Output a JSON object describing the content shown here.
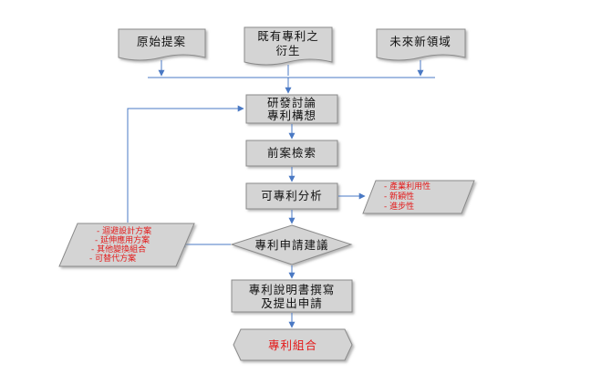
{
  "sources": {
    "original": "原始提案",
    "derived_line1": "既有專利之",
    "derived_line2": "衍生",
    "new_field": "未來新領域"
  },
  "steps": {
    "discussion_line1": "研發討論",
    "discussion_line2": "專利構想",
    "prior_art": "前案檢索",
    "patentability": "可專利分析",
    "decision": "專利申請建議",
    "drafting_line1": "專利說明書撰寫",
    "drafting_line2": "及提出申請",
    "portfolio": "專利組合"
  },
  "criteria": [
    "- 產業利用性",
    "- 新穎性",
    "- 進步性"
  ],
  "alternatives": [
    "- 迴避設計方案",
    "- 延伸應用方案",
    "- 其他變換組合",
    "- 可替代方案"
  ],
  "colors": {
    "box_fill": "#d4d4d4",
    "box_stroke": "#8a8a8a",
    "arrow": "#4a79c4",
    "red_text": "#e31a1a"
  }
}
